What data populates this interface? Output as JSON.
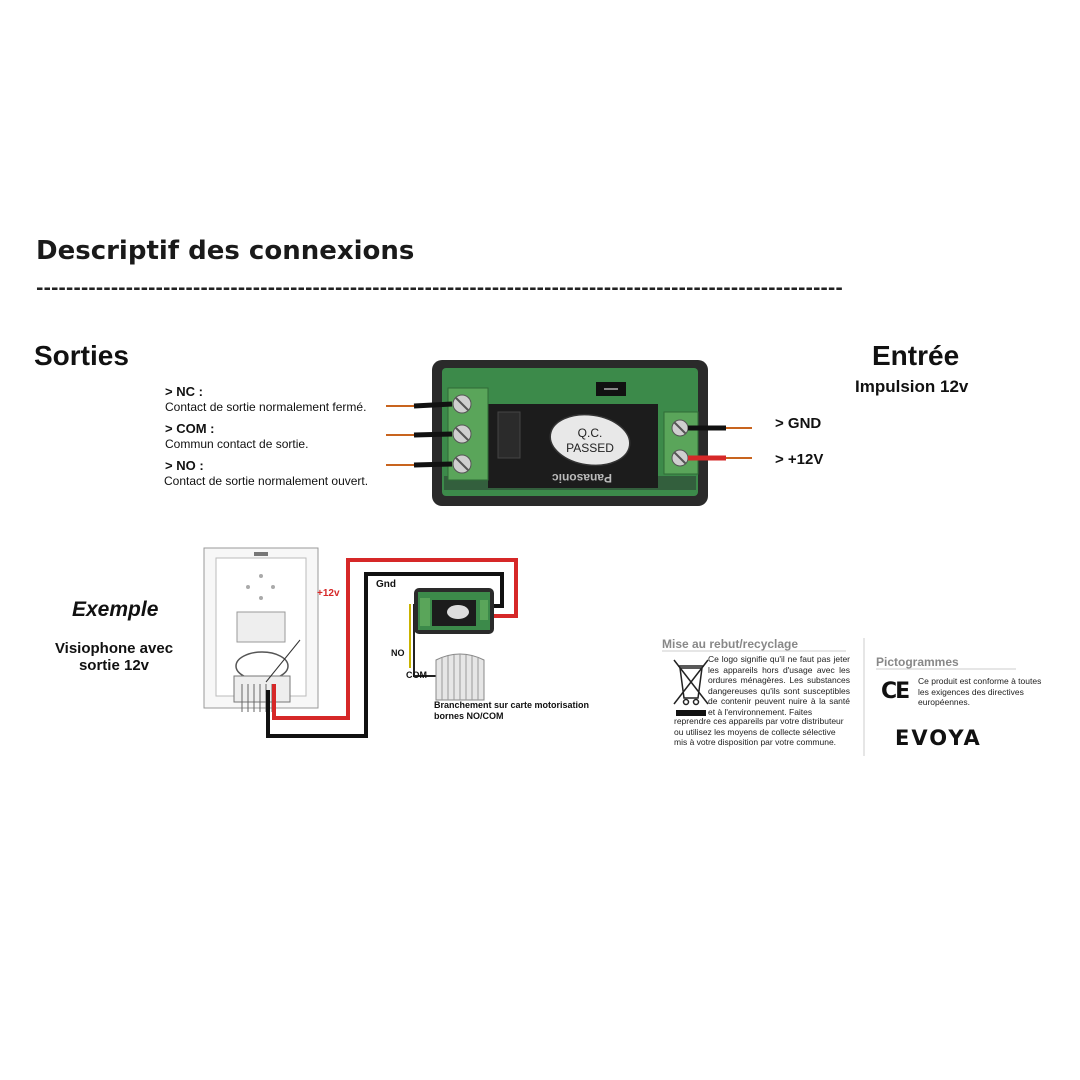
{
  "title": "Descriptif des connexions",
  "dashes": "------------------------------------------------------------------------------------------------------------",
  "outputs": {
    "heading": "Sorties",
    "terminals": [
      {
        "label": "> NC :",
        "desc": "Contact de sortie normalement fermé."
      },
      {
        "label": "> COM :",
        "desc": "Commun contact de sortie."
      },
      {
        "label": "> NO :",
        "desc": "Contact de sortie normalement ouvert."
      }
    ]
  },
  "input": {
    "heading": "Entrée",
    "subheading": "Impulsion 12v",
    "terminals": [
      {
        "label": "> GND"
      },
      {
        "label": "> +12V"
      }
    ]
  },
  "relay": {
    "stamp_line1": "Q.C.",
    "stamp_line2": "PASSED",
    "brand": "Panasonic"
  },
  "example": {
    "title": "Exemple",
    "desc": "Visiophone avec sortie 12v",
    "plus12v": "+12v",
    "gnd": "Gnd",
    "no": "NO",
    "com": "COM",
    "caption": "Branchement sur carte motorisation bornes NO/COM"
  },
  "recycling": {
    "title": "Mise au rebut/recyclage",
    "text1": "Ce logo signifie qu'il ne faut pas jeter les appareils hors d'usage avec les ordures ménagères. Les substances dangereuses qu'ils sont susceptibles de contenir peuvent nuire à la santé et à l'environnement. Faites",
    "text2": "reprendre ces appareils par votre distributeur ou utilisez les moyens de collecte sélective mis à votre disposition par votre commune."
  },
  "pictograms": {
    "title": "Pictogrammes",
    "ce_mark": "CE",
    "ce_text": "Ce produit est conforme à toutes les exigences des directives européennes.",
    "brand": "EVOYA"
  },
  "colors": {
    "wire_red": "#d62828",
    "wire_black": "#111111",
    "wire_orange": "#c8641e",
    "pcb_green": "#3c8a4a",
    "terminal_green": "#5aa55a"
  }
}
